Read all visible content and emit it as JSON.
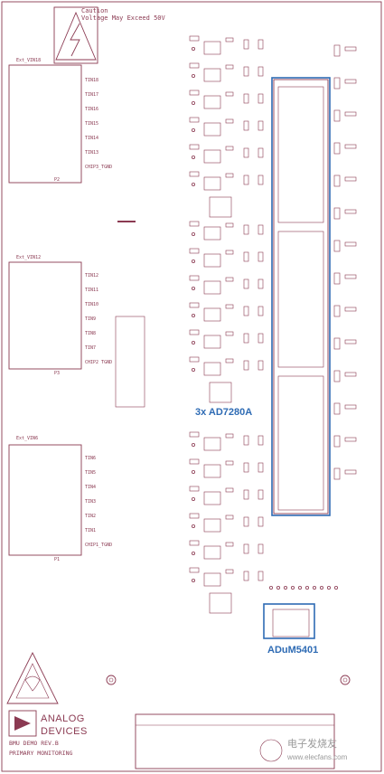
{
  "caution": {
    "line1": "Caution",
    "line2": "Voltage May Exceed 50V"
  },
  "connectors": [
    {
      "title": "Ext_VIN18",
      "ref": "P2",
      "pins": [
        "TIN18",
        "TIN17",
        "TIN16",
        "TIN15",
        "TIN14",
        "TIN13",
        "CHIP3_TGND"
      ]
    },
    {
      "title": "Ext_VIN12",
      "ref": "P3",
      "pins": [
        "TIN12",
        "TIN11",
        "TIN10",
        "TIN9",
        "TIN8",
        "TIN7",
        "CHIP2 TGND"
      ]
    },
    {
      "title": "Ext_VIN6",
      "ref": "P1",
      "pins": [
        "TIN6",
        "TIN5",
        "TIN4",
        "TIN3",
        "TIN2",
        "TIN1",
        "CHIP1_TGND"
      ]
    }
  ],
  "highlights": [
    {
      "label": "3x AD7280A"
    },
    {
      "label": "ADuM5401"
    }
  ],
  "logo": {
    "line1": "ANALOG",
    "line2": "DEVICES"
  },
  "board": {
    "line1": "BMU DEMO REV.B",
    "line2": "PRIMARY MONITORING"
  },
  "watermark": "电子发烧友",
  "watermark_url": "www.elecfans.com",
  "colors": {
    "silkscreen": "#8b3a52",
    "highlight": "#2e6bb4"
  }
}
